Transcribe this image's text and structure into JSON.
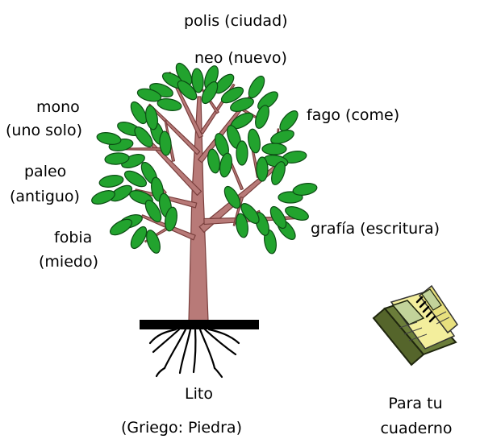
{
  "labels": {
    "polis": "polis (ciudad)",
    "neo": "neo (nuevo)",
    "mono_1": "mono",
    "mono_2": "(uno solo)",
    "fago": "fago (come)",
    "paleo_1": "paleo",
    "paleo_2": "(antiguo)",
    "grafia": "grafía (escritura)",
    "fobia_1": "fobia",
    "fobia_2": "(miedo)",
    "lito": "Lito",
    "griego": "(Griego: Piedra)",
    "cuaderno_1": "Para tu",
    "cuaderno_2": "cuaderno"
  },
  "colors": {
    "trunk": "#b87a78",
    "trunk_stroke": "#7a3f3d",
    "leaf": "#22a32e",
    "leaf_stroke": "#0c4d14",
    "ground": "#000000",
    "roots": "#000000",
    "notebook_cover": "#6b7d3a",
    "notebook_pages": "#f3ee9c"
  },
  "icons": {
    "tree": "tree-icon",
    "notebook": "notebook-icon"
  }
}
